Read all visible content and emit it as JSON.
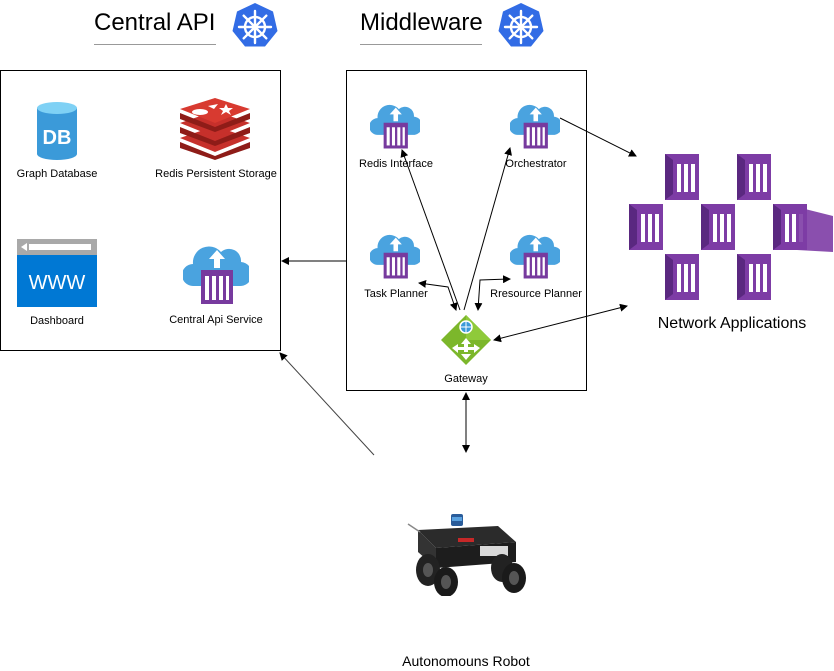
{
  "headers": {
    "central_api": "Central API",
    "middleware": "Middleware"
  },
  "central_api_box": {
    "graph_database": "Graph Database",
    "db_badge": "DB",
    "redis_storage": "Redis Persistent Storage",
    "dashboard": "Dashboard",
    "www_badge": "WWW",
    "central_api_service": "Central Api Service"
  },
  "middleware_box": {
    "redis_interface": "Redis Interface",
    "orchestrator": "Orchestrator",
    "task_planner": "Task Planner",
    "resource_planner": "Rresource Planner",
    "gateway": "Gateway"
  },
  "network_applications": "Network Applications",
  "robot": "Autonomouns Robot",
  "colors": {
    "kubernetes_blue": "#326ce5",
    "azure_blue": "#3b9ad9",
    "cloud_blue": "#4aa3df",
    "container_purple": "#773a9e",
    "redis_red": "#c6302b",
    "gateway_green": "#7cb72b",
    "app_purple": "#7d3ca5"
  }
}
